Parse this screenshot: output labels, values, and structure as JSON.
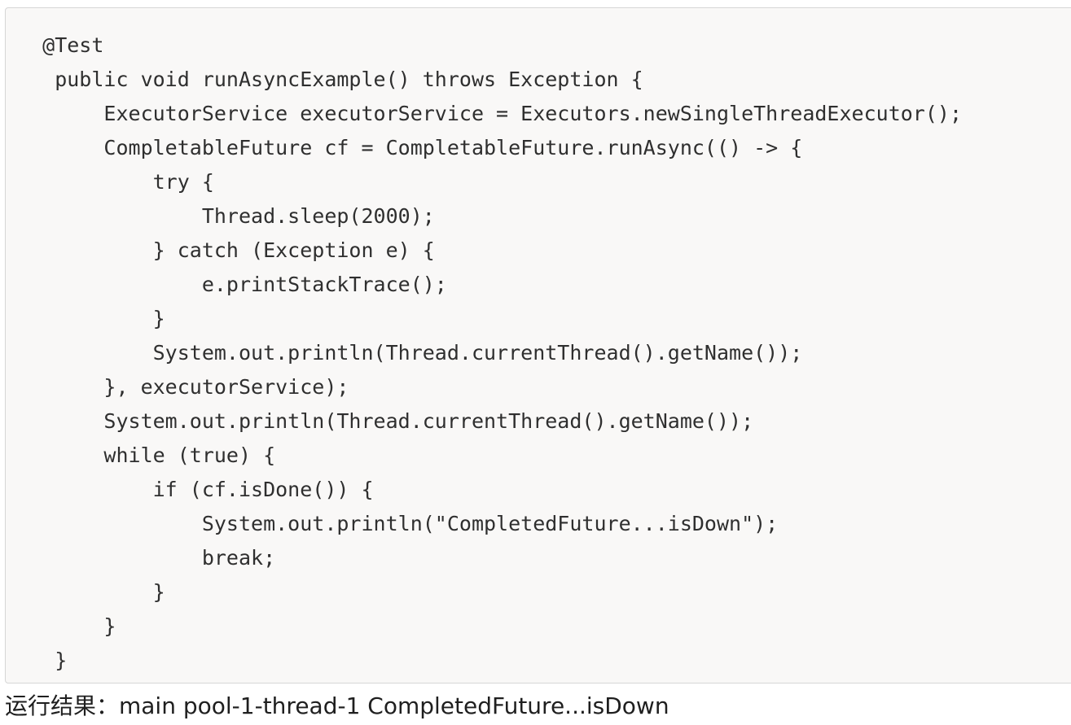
{
  "code_block": {
    "lines": [
      "   @Test",
      "    public void runAsyncExample() throws Exception {",
      "        ExecutorService executorService = Executors.newSingleThreadExecutor();",
      "        CompletableFuture cf = CompletableFuture.runAsync(() -> {",
      "            try {",
      "                Thread.sleep(2000);",
      "            } catch (Exception e) {",
      "                e.printStackTrace();",
      "            }",
      "            System.out.println(Thread.currentThread().getName());",
      "        }, executorService);",
      "        System.out.println(Thread.currentThread().getName());",
      "        while (true) {",
      "            if (cf.isDone()) {",
      "                System.out.println(\"CompletedFuture...isDown\");",
      "                break;",
      "            }",
      "        }",
      "    }"
    ]
  },
  "result": {
    "text": "运行结果：main pool-1-thread-1 CompletedFuture...isDown"
  }
}
